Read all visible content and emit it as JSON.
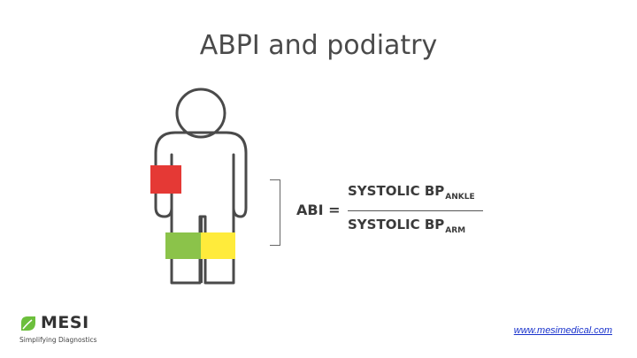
{
  "slide": {
    "title": "ABPI and podiatry"
  },
  "formula": {
    "lhs": "ABI =",
    "numerator": "SYSTOLIC BP",
    "numerator_sub": "ANKLE",
    "denominator": "SYSTOLIC BP",
    "denominator_sub": "ARM"
  },
  "cuffs": {
    "arm_color": "#e53935",
    "left_leg_color": "#8bc34a",
    "right_leg_color": "#ffeb3b"
  },
  "footer": {
    "logo_text": "MESI",
    "tagline": "Simplifying Diagnostics",
    "logo_color": "#6cbf3c",
    "url": "www.mesimedical.com"
  }
}
